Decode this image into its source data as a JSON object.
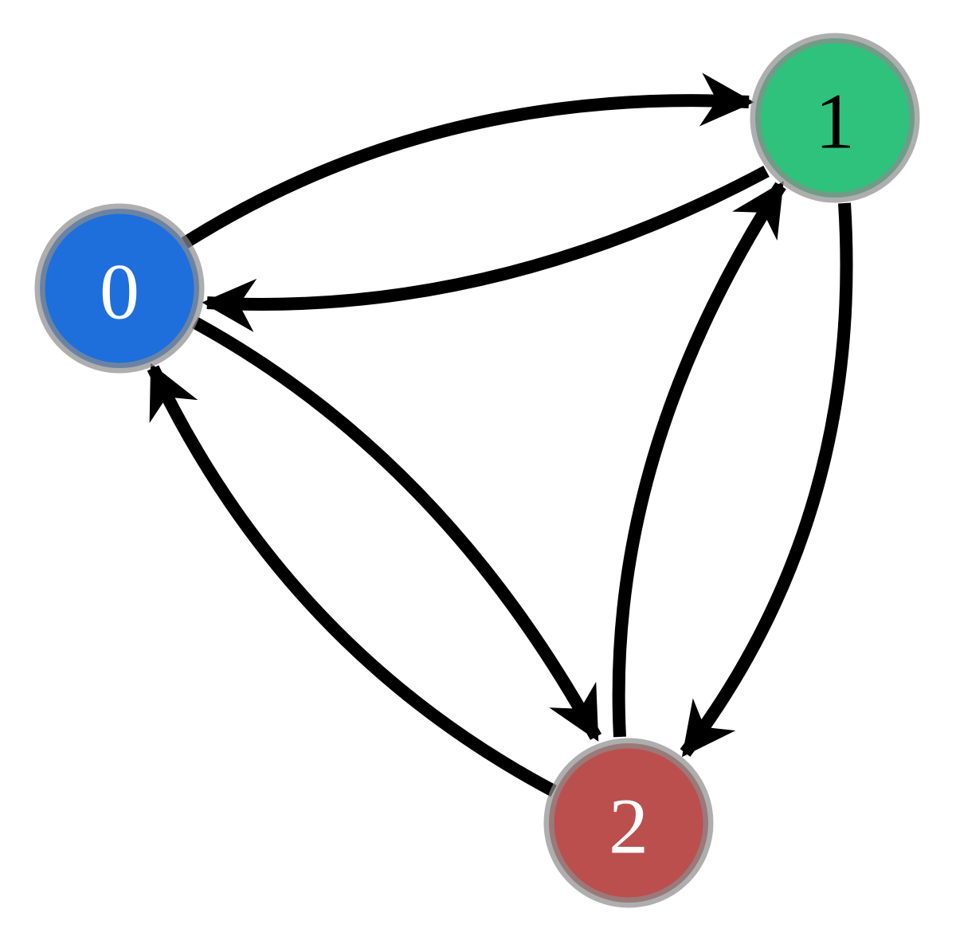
{
  "colors": {
    "edge": "#000000",
    "node_border": "#8c8c8c"
  },
  "nodes": [
    {
      "id": "0",
      "label": "0",
      "fill": "#1e6fdb",
      "text_color": "#ffffff"
    },
    {
      "id": "1",
      "label": "1",
      "fill": "#2fc27c",
      "text_color": "#000000"
    },
    {
      "id": "2",
      "label": "2",
      "fill": "#bb4f4e",
      "text_color": "#ffffff"
    }
  ],
  "edges": [
    {
      "from": "0",
      "to": "1"
    },
    {
      "from": "1",
      "to": "0"
    },
    {
      "from": "0",
      "to": "2"
    },
    {
      "from": "2",
      "to": "0"
    },
    {
      "from": "1",
      "to": "2"
    },
    {
      "from": "2",
      "to": "1"
    }
  ]
}
